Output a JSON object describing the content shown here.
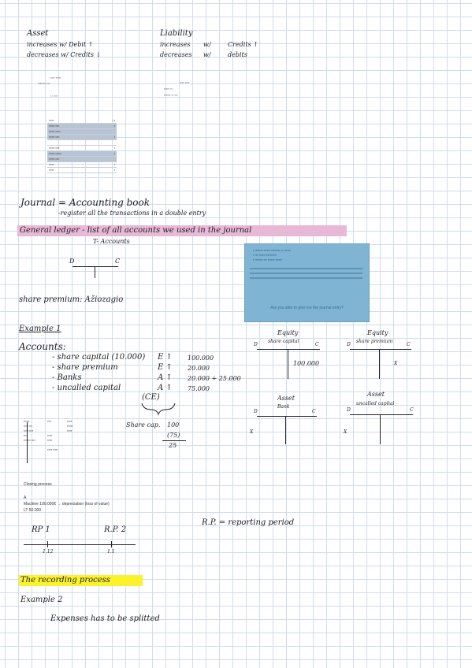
{
  "asset_block": {
    "title": "Asset",
    "increases": "increases w/ Debit ↑",
    "decreases": "decreases w/ Credits ↓"
  },
  "liability_block": {
    "title": "Liability",
    "increases": "increases",
    "decreases": "decreases",
    "with1": "w/",
    "with2": "w/",
    "credits": "Credits ↑",
    "debits": "debits"
  },
  "journal_line": "Journal = Accounting book",
  "journal_sub": "-register all the transactions in a double entry",
  "general_ledger": "General ledger - list of all accounts we used in the journal",
  "t_accounts": "T- Accounts",
  "t_left": "D",
  "t_right": "C",
  "share_premium": "share premium: Ažiozagio",
  "slide_question": "Are you able to give me the journal entry?",
  "example1": "Example 1",
  "accounts_label": "Accounts:",
  "accounts": [
    {
      "name": "- share capital (10.000)",
      "type": "E ↑",
      "value": "100.000"
    },
    {
      "name": "- share premium",
      "type": "E ↑",
      "value": "20.000"
    },
    {
      "name": "- Banks",
      "type": "A ↑",
      "value": "20.000 + 25.000"
    },
    {
      "name": "- uncalled capital",
      "type": "A ↑",
      "value": "75.000"
    }
  ],
  "ce_label": "(CE)",
  "share_cap": {
    "label": "Share cap.",
    "v1": "100",
    "v2": "(75)",
    "v3": "25"
  },
  "taccount_equity1": {
    "title": "Equity",
    "sub": "share capital",
    "d": "D",
    "c": "C",
    "entry": "100.000"
  },
  "taccount_equity2": {
    "title": "Equity",
    "sub": "share premium",
    "d": "D",
    "c": "C",
    "entry": "X"
  },
  "taccount_asset1": {
    "title": "Asset",
    "sub": "Bank",
    "d": "D",
    "c": "C",
    "entry": "X"
  },
  "taccount_asset2": {
    "title": "Asset",
    "sub": "uncalled capital",
    "d": "D",
    "c": "C",
    "entry": "X"
  },
  "closing_label": "Closing process",
  "closing_a": "A",
  "closing_machine": "Machine 100.000€ → depreciation (loss of value)",
  "closing_lt": "LT 50.000",
  "rp1": "RP 1",
  "rp2": "R.P. 2",
  "rp_note": "R.P. = reporting period",
  "rp_tick1": "1.12",
  "rp_tick2": "1.1",
  "recording_process": "The recording process",
  "example2": "Example 2",
  "expenses": "Expenses has to be splitted",
  "colors": {
    "pink_highlight": "#e8b9d6",
    "yellow_highlight": "#fbf22e",
    "slide": "#7fb5d3",
    "grid": "#cfdcef"
  }
}
